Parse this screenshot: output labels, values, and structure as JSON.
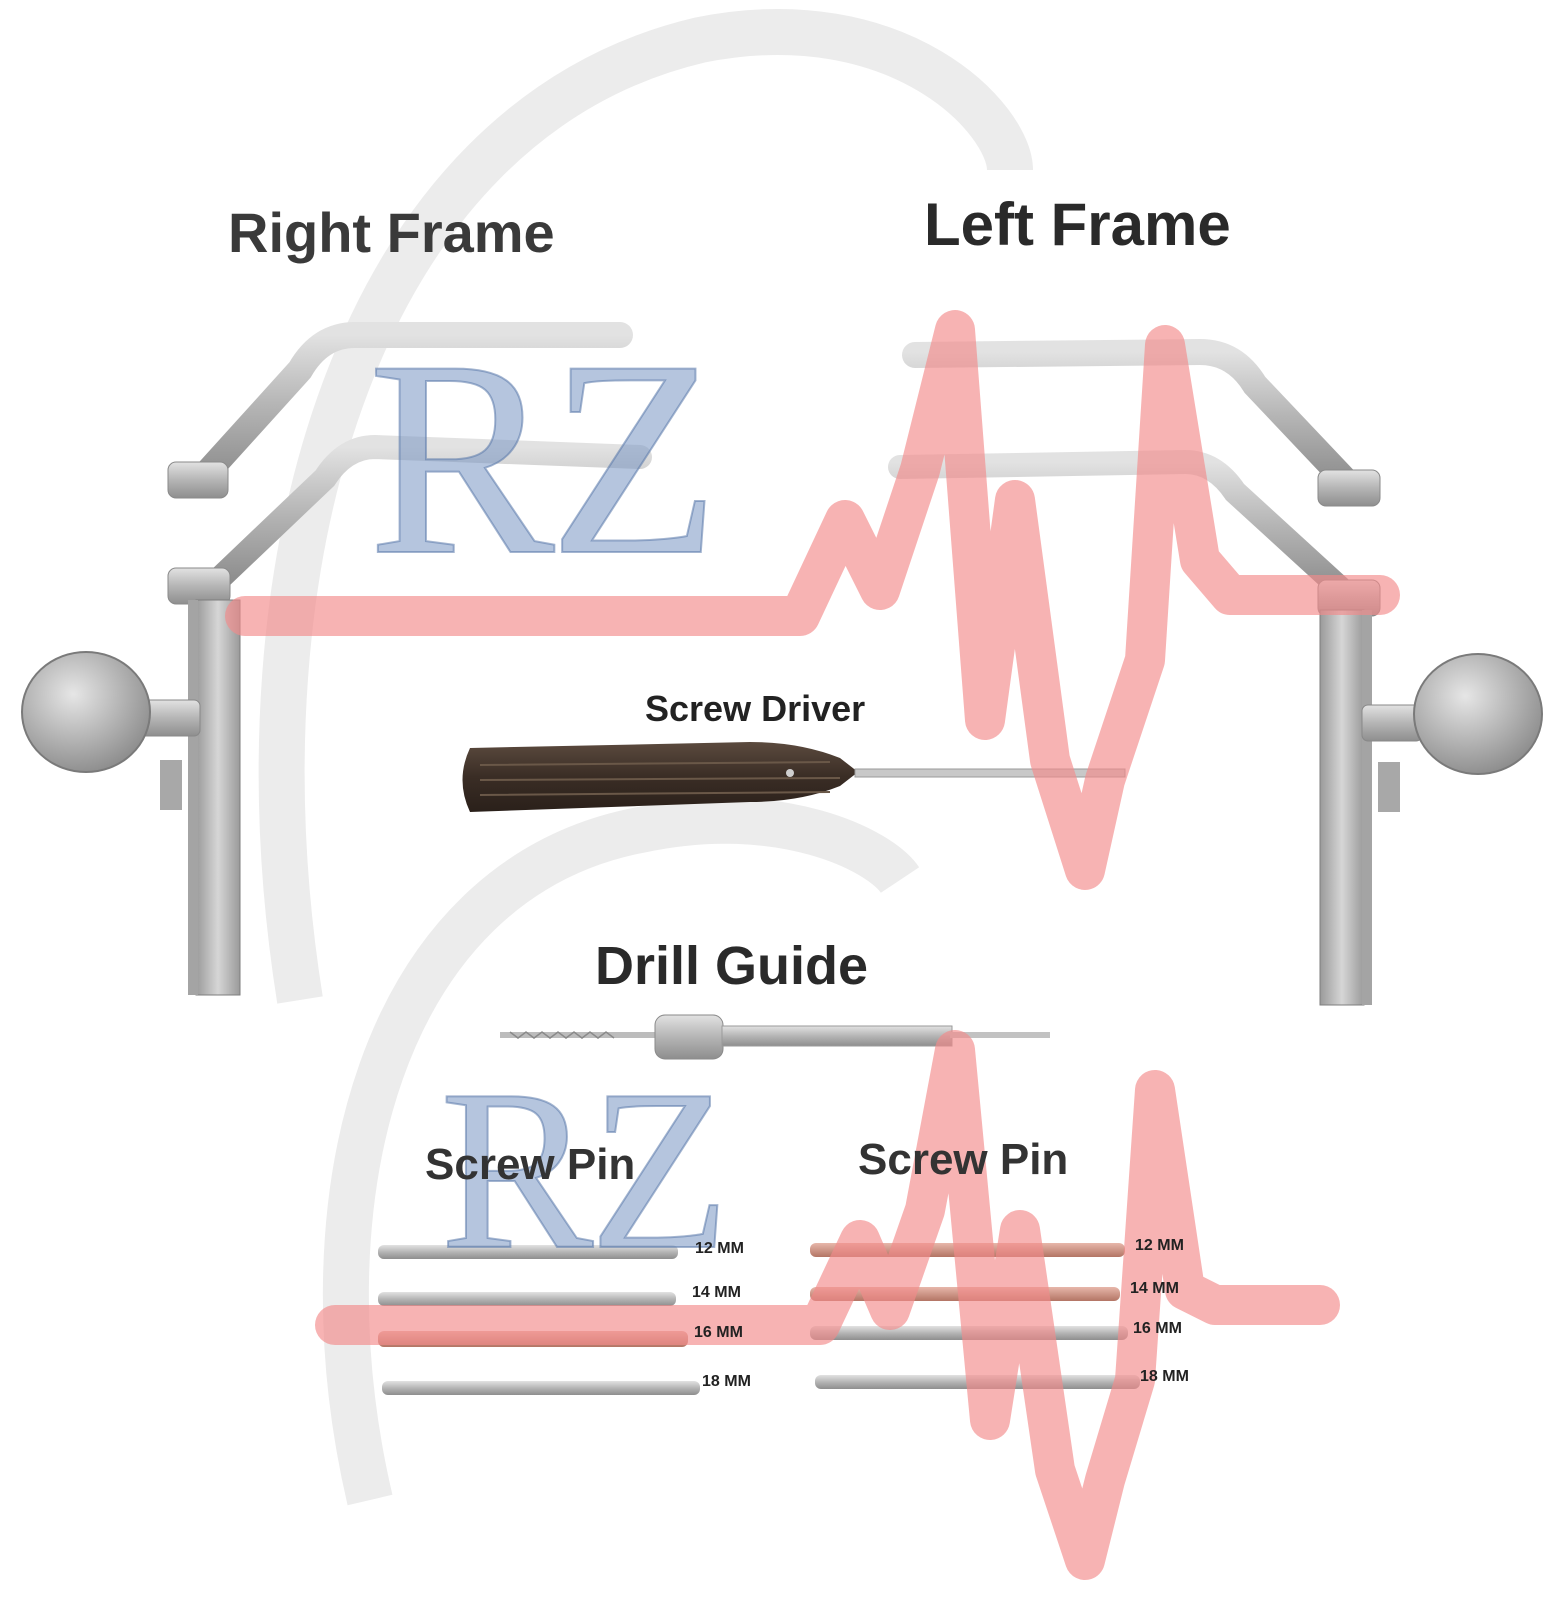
{
  "labels": {
    "right_frame": "Right Frame",
    "left_frame": "Left Frame",
    "screw_driver": "Screw Driver",
    "drill_guide": "Drill Guide",
    "screw_pin_left": "Screw Pin",
    "screw_pin_right": "Screw Pin"
  },
  "pin_sizes_left": [
    "12 MM",
    "14 MM",
    "16 MM",
    "18 MM"
  ],
  "pin_sizes_right": [
    "12 MM",
    "14 MM",
    "16 MM",
    "18 MM"
  ],
  "watermark": {
    "text": "RZ",
    "letter_color": "#7896c3",
    "line_color": "#f28b8b"
  },
  "colors": {
    "steel": "#b9b9b9",
    "steel_dark": "#8c8c8c",
    "handle": "#4a3a30",
    "pin_copper": "#c98a7a",
    "label_text": "#2f2f2f"
  }
}
